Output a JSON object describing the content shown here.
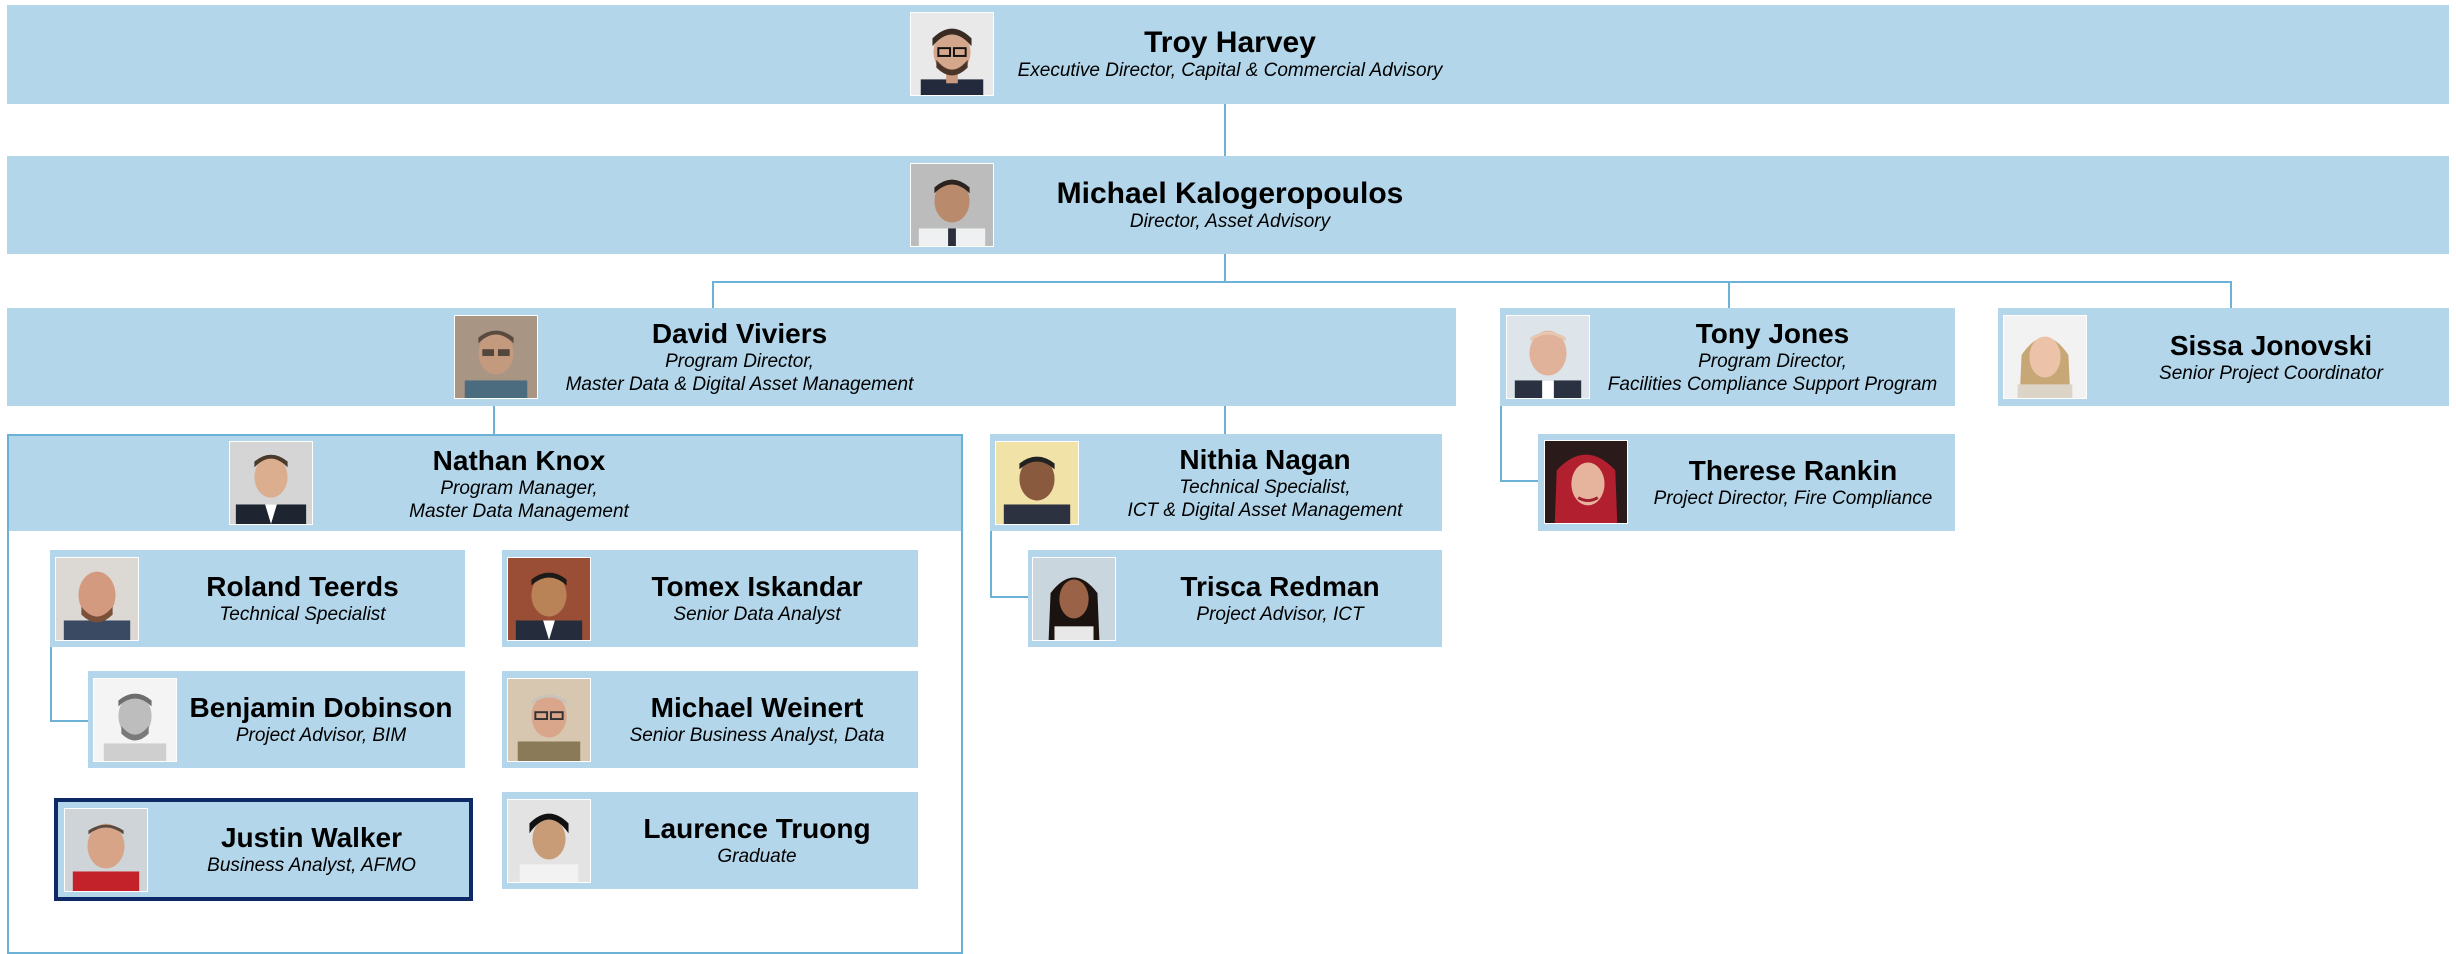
{
  "people": {
    "troy": {
      "name": "Troy Harvey",
      "title": "Executive Director, Capital & Commercial Advisory"
    },
    "michael_k": {
      "name": "Michael Kalogeropoulos",
      "title": "Director, Asset Advisory"
    },
    "david": {
      "name": "David Viviers",
      "title": "Program Director,\nMaster Data & Digital Asset Management"
    },
    "tony": {
      "name": "Tony Jones",
      "title": "Program Director,\nFacilities Compliance Support Program"
    },
    "sissa": {
      "name": "Sissa Jonovski",
      "title": "Senior Project Coordinator"
    },
    "nathan": {
      "name": "Nathan Knox",
      "title": "Program Manager,\nMaster Data Management"
    },
    "nithia": {
      "name": "Nithia Nagan",
      "title": "Technical Specialist,\nICT & Digital Asset Management"
    },
    "therese": {
      "name": "Therese Rankin",
      "title": "Project Director, Fire Compliance"
    },
    "trisca": {
      "name": "Trisca Redman",
      "title": "Project Advisor, ICT"
    },
    "roland": {
      "name": "Roland Teerds",
      "title": "Technical Specialist"
    },
    "tomex": {
      "name": "Tomex Iskandar",
      "title": "Senior Data Analyst"
    },
    "benjamin": {
      "name": "Benjamin Dobinson",
      "title": "Project Advisor, BIM"
    },
    "michael_w": {
      "name": "Michael Weinert",
      "title": "Senior Business Analyst, Data"
    },
    "justin": {
      "name": "Justin Walker",
      "title": "Business Analyst, AFMO"
    },
    "laurence": {
      "name": "Laurence Truong",
      "title": "Graduate"
    }
  },
  "colors": {
    "card": "#b3d6ea",
    "connector": "#6cb2d6",
    "selected_border": "#0d2a66"
  }
}
